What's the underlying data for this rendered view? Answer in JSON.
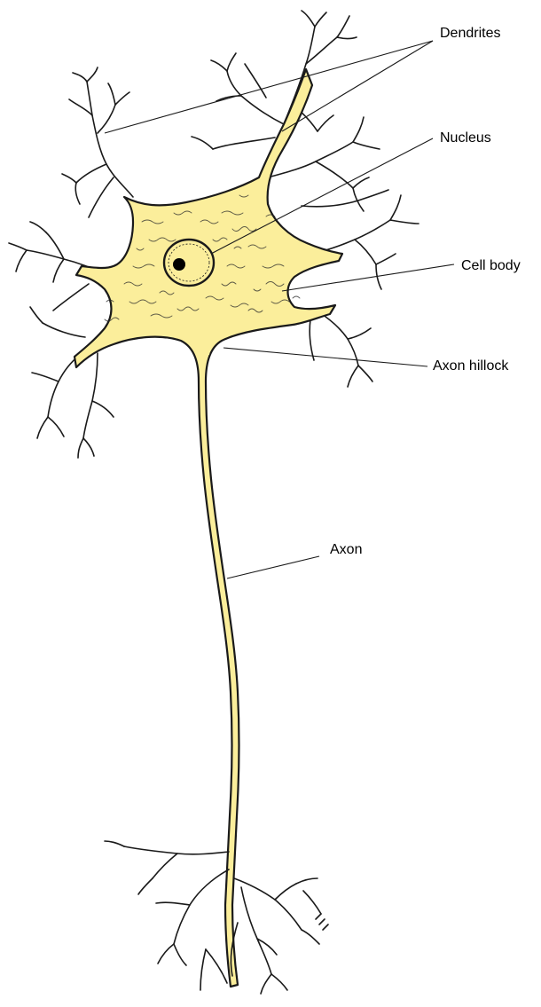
{
  "labels": {
    "dendrites": "Dendrites",
    "nucleus": "Nucleus",
    "cell_body": "Cell body",
    "axon_hillock": "Axon hillock",
    "axon": "Axon"
  },
  "colors": {
    "cytoplasm": "#fbee9b",
    "outline": "#1a1a1a",
    "nucleolus": "#000000",
    "background": "#ffffff"
  }
}
